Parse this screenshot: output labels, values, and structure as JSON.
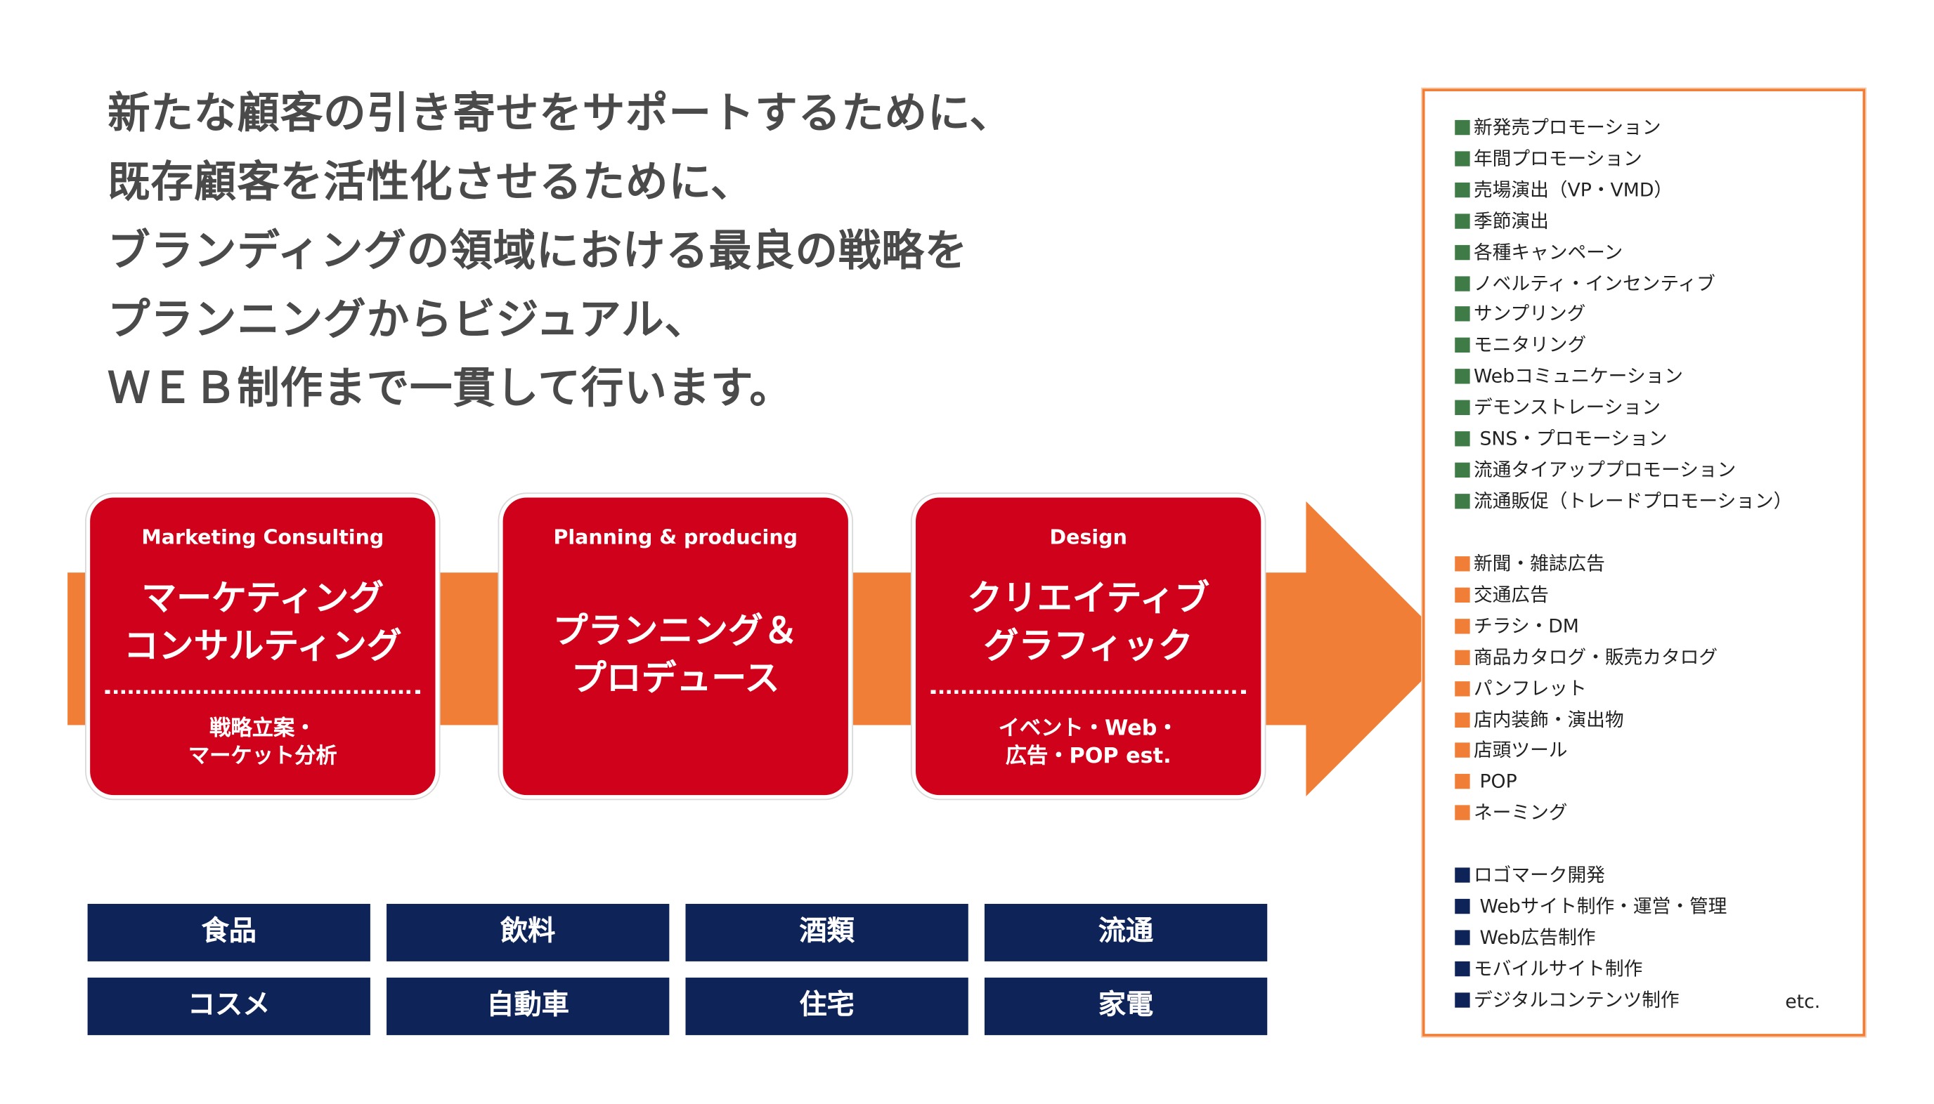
{
  "colors": {
    "orange": "#f07e36",
    "red": "#d0021b",
    "navy": "#0e2458",
    "green": "#3f7b46",
    "text_gray": "#4a4a4a"
  },
  "headline": [
    "新たな顧客の引き寄せをサポートするために、",
    "既存顧客を活性化させるために、",
    "ブランディングの領域における最良の戦略を",
    "プランニングからビジュアル、",
    "ＷＥＢ制作まで一貫して行います。"
  ],
  "cards": [
    {
      "en": "Marketing Consulting",
      "jp": "マーケティング\nコンサルティング",
      "sub": "戦略立案・\nマーケット分析"
    },
    {
      "en": "Planning & producing",
      "jp": "プランニング＆\nプロデュース",
      "sub": ""
    },
    {
      "en": "Design",
      "jp": "クリエイティブ\nグラフィック",
      "sub": "イベント・Web・\n広告・POP est."
    }
  ],
  "industries": [
    "食品",
    "飲料",
    "酒類",
    "流通",
    "コスメ",
    "自動車",
    "住宅",
    "家電"
  ],
  "services": {
    "promotion": [
      "新発売プロモーション",
      "年間プロモーション",
      "売場演出（VP・VMD）",
      "季節演出",
      "各種キャンペーン",
      "ノベルティ・インセンティブ",
      "サンプリング",
      "モニタリング",
      "Webコミュニケーション",
      "デモンストレーション",
      " SNS・プロモーション",
      "流通タイアッププロモーション",
      "流通販促（トレードプロモーション）"
    ],
    "media": [
      "新聞・雑誌広告",
      "交通広告",
      "チラシ・DM",
      "商品カタログ・販売カタログ",
      "パンフレット",
      "店内装飾・演出物",
      "店頭ツール",
      " POP",
      "ネーミング"
    ],
    "digital": [
      "ロゴマーク開発",
      " Webサイト制作・運営・管理",
      " Web広告制作",
      "モバイルサイト制作",
      "デジタルコンテンツ制作"
    ],
    "etc": "etc."
  }
}
